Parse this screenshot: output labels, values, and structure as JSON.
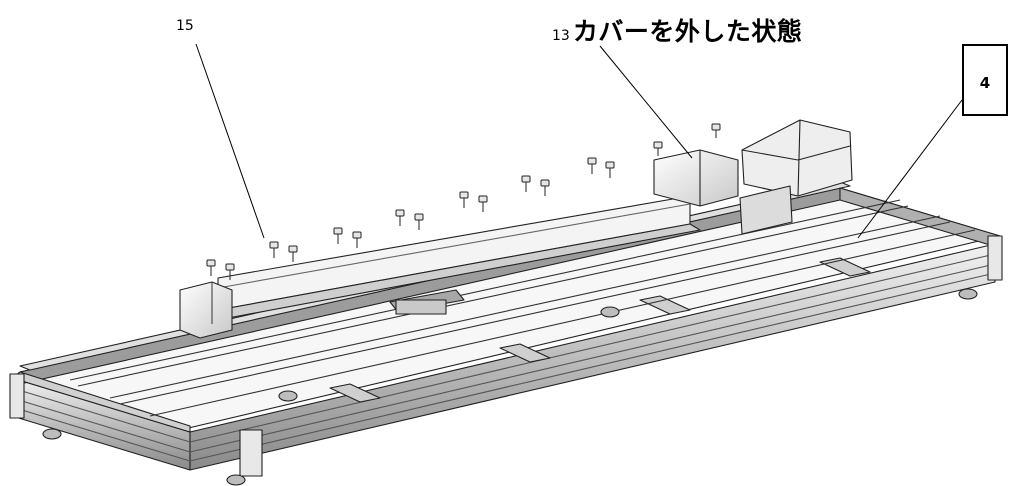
{
  "callouts": {
    "part_15": {
      "number": "15"
    },
    "part_13": {
      "number": "13",
      "text": "カバーを外した状態"
    },
    "part_4": {
      "number": "4"
    }
  }
}
